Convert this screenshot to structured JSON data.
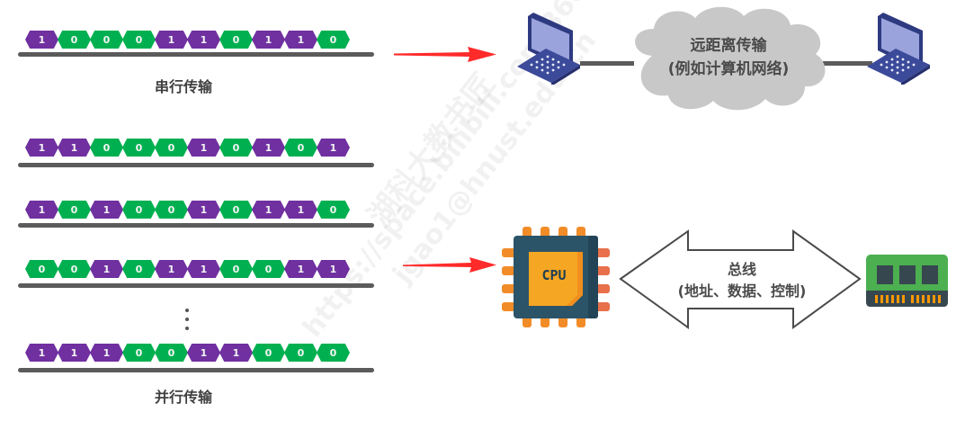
{
  "serial": {
    "label": "串行传输",
    "bits": [
      "1",
      "0",
      "0",
      "0",
      "1",
      "1",
      "0",
      "1",
      "1",
      "0"
    ]
  },
  "parallel": {
    "label": "并行传输",
    "rows": [
      [
        "1",
        "1",
        "0",
        "0",
        "0",
        "1",
        "0",
        "1",
        "0",
        "1"
      ],
      [
        "1",
        "0",
        "1",
        "0",
        "0",
        "1",
        "0",
        "1",
        "1",
        "0"
      ],
      [
        "0",
        "0",
        "1",
        "0",
        "1",
        "1",
        "0",
        "0",
        "1",
        "1"
      ],
      [
        "1",
        "1",
        "1",
        "0",
        "0",
        "1",
        "1",
        "0",
        "0",
        "0"
      ]
    ],
    "ellipsis": "⋮"
  },
  "network": {
    "cloud_line1": "远距离传输",
    "cloud_line2": "(例如计算机网络)",
    "left_device": "laptop",
    "right_device": "laptop"
  },
  "bus": {
    "line1": "总线",
    "line2": "(地址、数据、控制)",
    "cpu_label": "CPU",
    "memory_device": "ram"
  },
  "watermark": {
    "line1": "湖科大教书匠",
    "line2": "https://space.bilibili.com/360",
    "line3": "jgao1@hnust.edu.cn"
  },
  "colors": {
    "bit_one": "#7030a0",
    "bit_zero": "#00b050",
    "wire": "#5b5b5b",
    "arrow": "#ff2a2a",
    "cpu_body": "#2c5468",
    "cpu_core": "#f5a623",
    "cpu_pins": "#f28c28",
    "ram_board": "#4caf50",
    "cloud": "#c8c8c8",
    "laptop": "#3c4a9a"
  }
}
